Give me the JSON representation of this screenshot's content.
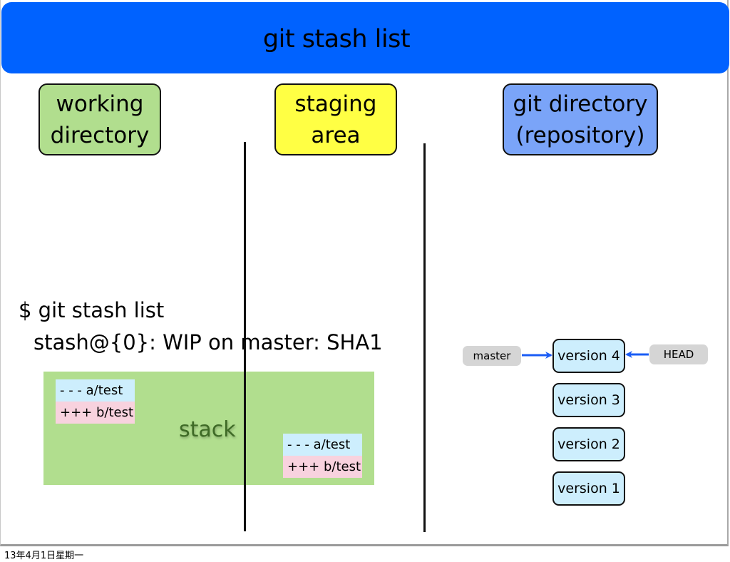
{
  "title": "git stash list",
  "areas": {
    "working": "working directory",
    "working_line1": "working",
    "working_line2": "directory",
    "staging_line1": "staging",
    "staging_line2": "area",
    "repo_line1": "git directory",
    "repo_line2": "(repository)"
  },
  "command": {
    "line1": "$ git stash list",
    "line2": "stash@{0}: WIP on master: SHA1"
  },
  "stack": {
    "label": "stack",
    "entries": [
      {
        "minus": "- - - a/test",
        "plus": "+++ b/test"
      },
      {
        "minus": "- - - a/test",
        "plus": "+++ b/test"
      }
    ]
  },
  "repository": {
    "versions": [
      "version 4",
      "version 3",
      "version 2",
      "version 1"
    ],
    "refs": {
      "branch": "master",
      "head": "HEAD"
    }
  },
  "colors": {
    "title_bar": "#0062ff",
    "working": "#b1de8e",
    "staging": "#ffff44",
    "repo": "#7aa4f8",
    "version": "#cdeefd",
    "diff_minus": "#cdeefd",
    "diff_plus": "#f8d2de",
    "arrow": "#1a5cf5"
  },
  "footer": {
    "date": "13年4月1日星期一"
  }
}
